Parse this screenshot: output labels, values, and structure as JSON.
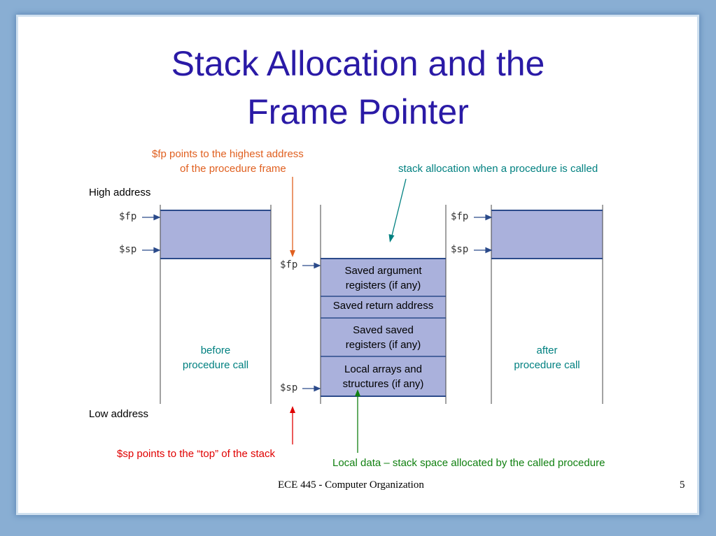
{
  "slide": {
    "title_line1": "Stack Allocation and the",
    "title_line2": "Frame Pointer",
    "footer": "ECE 445 - Computer Organization",
    "page_number": "5"
  },
  "annotations": {
    "fp_note_line1": "$fp points to the highest address",
    "fp_note_line2": "of the procedure frame",
    "stack_alloc_note": "stack allocation when a procedure is called",
    "sp_note": "$sp points to the “top” of the stack",
    "local_data_note": "Local data – stack space allocated by the called procedure"
  },
  "diagram": {
    "high_address": "High address",
    "low_address": "Low address",
    "fp_label": "$fp",
    "sp_label": "$sp",
    "before_line1": "before",
    "before_line2": "procedure call",
    "after_line1": "after",
    "after_line2": "procedure call",
    "frame_rows": [
      {
        "line1": "Saved argument",
        "line2": "registers (if any)"
      },
      {
        "line1": "Saved return address",
        "line2": ""
      },
      {
        "line1": "Saved saved",
        "line2": "registers (if any)"
      },
      {
        "line1": "Local arrays and",
        "line2": "structures (if any)"
      }
    ]
  },
  "colors": {
    "title": "#2a1aa6",
    "fp_note": "#e06020",
    "stack_alloc_note": "#008080",
    "sp_note": "#e00000",
    "local_data_note": "#108010",
    "frame_fill": "#aab1dc",
    "frame_line": "#2b4a8a"
  }
}
